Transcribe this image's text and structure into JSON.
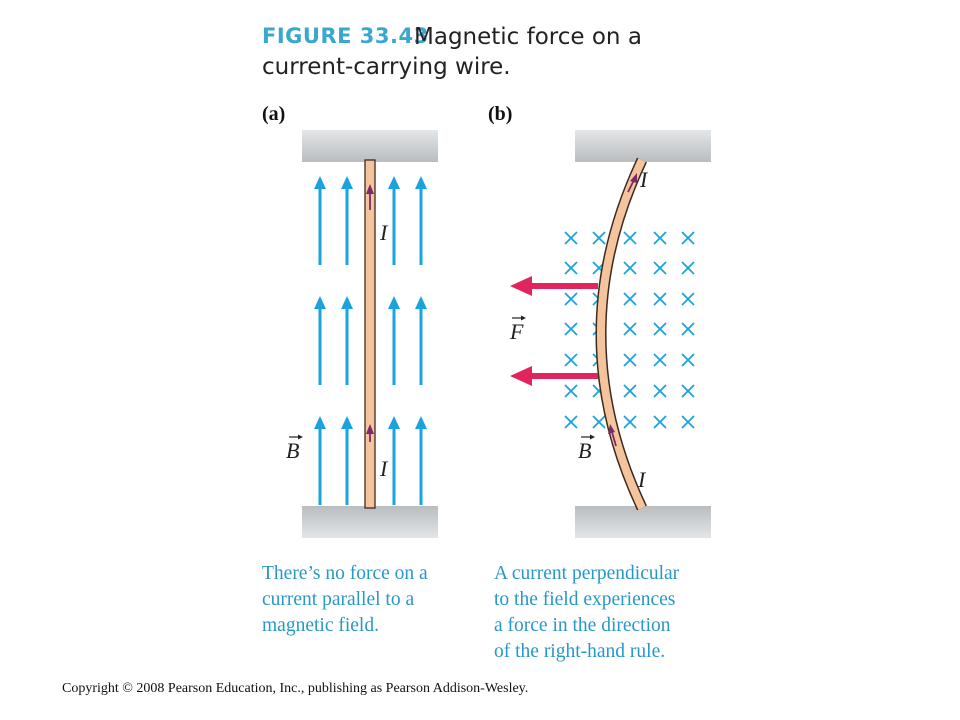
{
  "figure": {
    "number": "FIGURE 33.43",
    "title_line1": "Magnetic force on a",
    "title_line2": "current-carrying wire."
  },
  "panel_a": {
    "label": "(a)",
    "current_label": "I",
    "field_label": "B",
    "caption_lines": [
      "There’s no force on a",
      "current parallel to a",
      "magnetic field."
    ]
  },
  "panel_b": {
    "label": "(b)",
    "current_label": "I",
    "field_label": "B",
    "force_label": "F",
    "caption_lines": [
      "A current perpendicular",
      "to the field experiences",
      "a force in the direction",
      "of the right-hand rule."
    ]
  },
  "copyright": "Copyright © 2008 Pearson Education, Inc., publishing as Pearson Addison-Wesley.",
  "colors": {
    "figure_label": "#3aa7cf",
    "field": "#1aa3dc",
    "wire_fill": "#f6c49c",
    "wire_edge": "#3a2a20",
    "current_arrow": "#7a2a6a",
    "force_arrow": "#e0245e",
    "support": "#c9cdd0"
  }
}
